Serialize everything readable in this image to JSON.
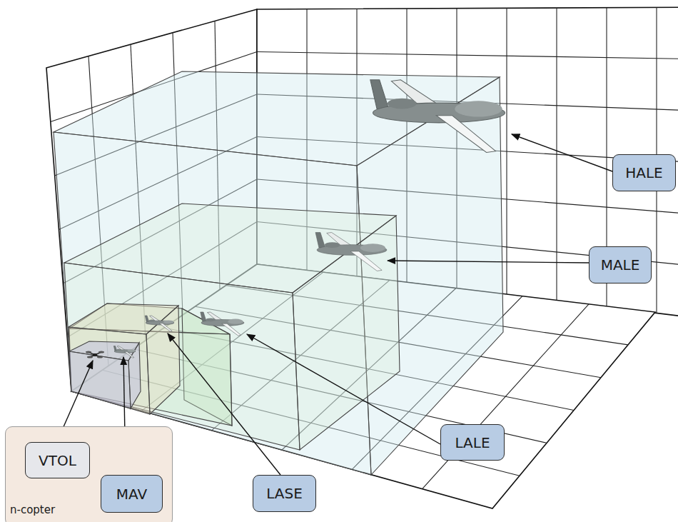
{
  "diagram": {
    "nodes": [
      {
        "text": [
          "HALE"
        ]
      },
      {
        "text": [
          "MALE"
        ]
      },
      {
        "text": [
          "LALE"
        ]
      },
      {
        "text": [
          "n-copter"
        ]
      },
      {
        "text": [
          "VTOL"
        ],
        "in": 3
      },
      {
        "text": [
          "MAV"
        ],
        "in": 3
      },
      {
        "text": [
          "LASE"
        ]
      }
    ]
  }
}
